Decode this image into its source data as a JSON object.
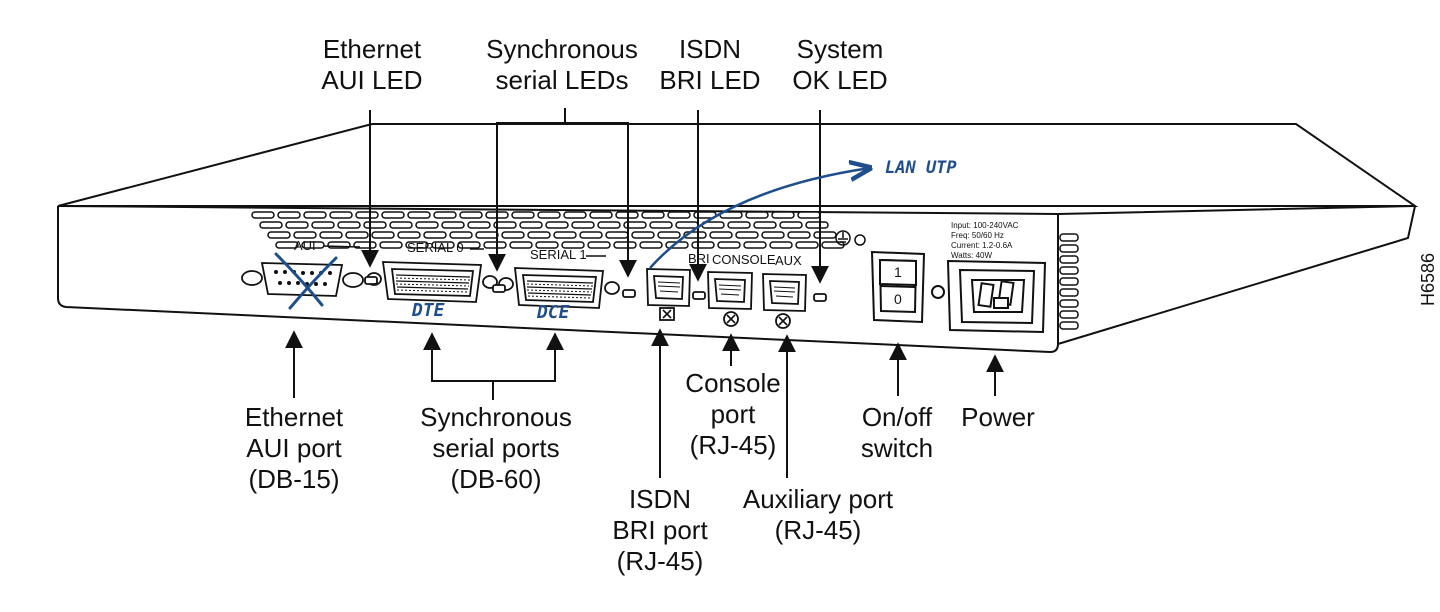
{
  "callouts_top": {
    "ethernet_aui_led": [
      "Ethernet",
      "AUI LED"
    ],
    "sync_serial_leds": [
      "Synchronous",
      "serial LEDs"
    ],
    "isdn_bri_led": [
      "ISDN",
      "BRI LED"
    ],
    "system_ok_led": [
      "System",
      "OK LED"
    ]
  },
  "callouts_bottom": {
    "ethernet_aui_port": [
      "Ethernet",
      "AUI port",
      "(DB-15)"
    ],
    "sync_serial_ports": [
      "Synchronous",
      "serial ports",
      "(DB-60)"
    ],
    "isdn_bri_port": [
      "ISDN",
      "BRI port",
      "(RJ-45)"
    ],
    "console_port": [
      "Console",
      "port",
      "(RJ-45)"
    ],
    "auxiliary_port": [
      "Auxiliary port",
      "(RJ-45)"
    ],
    "on_off_switch": [
      "On/off",
      "switch"
    ],
    "power": [
      "Power"
    ]
  },
  "panel_labels": {
    "aui": "AUI",
    "serial0": "SERIAL 0",
    "serial1": "SERIAL 1",
    "bri": "BRI",
    "console": "CONSOLE",
    "aux": "AUX",
    "switch_on": "1",
    "switch_off": "0"
  },
  "power_spec": [
    "Input: 100-240VAC",
    "Freq: 50/60 Hz",
    "Current: 1.2-0.6A",
    "Watts: 40W"
  ],
  "handwritten": {
    "dte": "DTE",
    "dce": "DCE",
    "bri_mark": "X",
    "lan_utp": "LAN UTP"
  },
  "figure_id": "H6586",
  "colors": {
    "ink": "#1f4e8c",
    "line": "#111111"
  }
}
